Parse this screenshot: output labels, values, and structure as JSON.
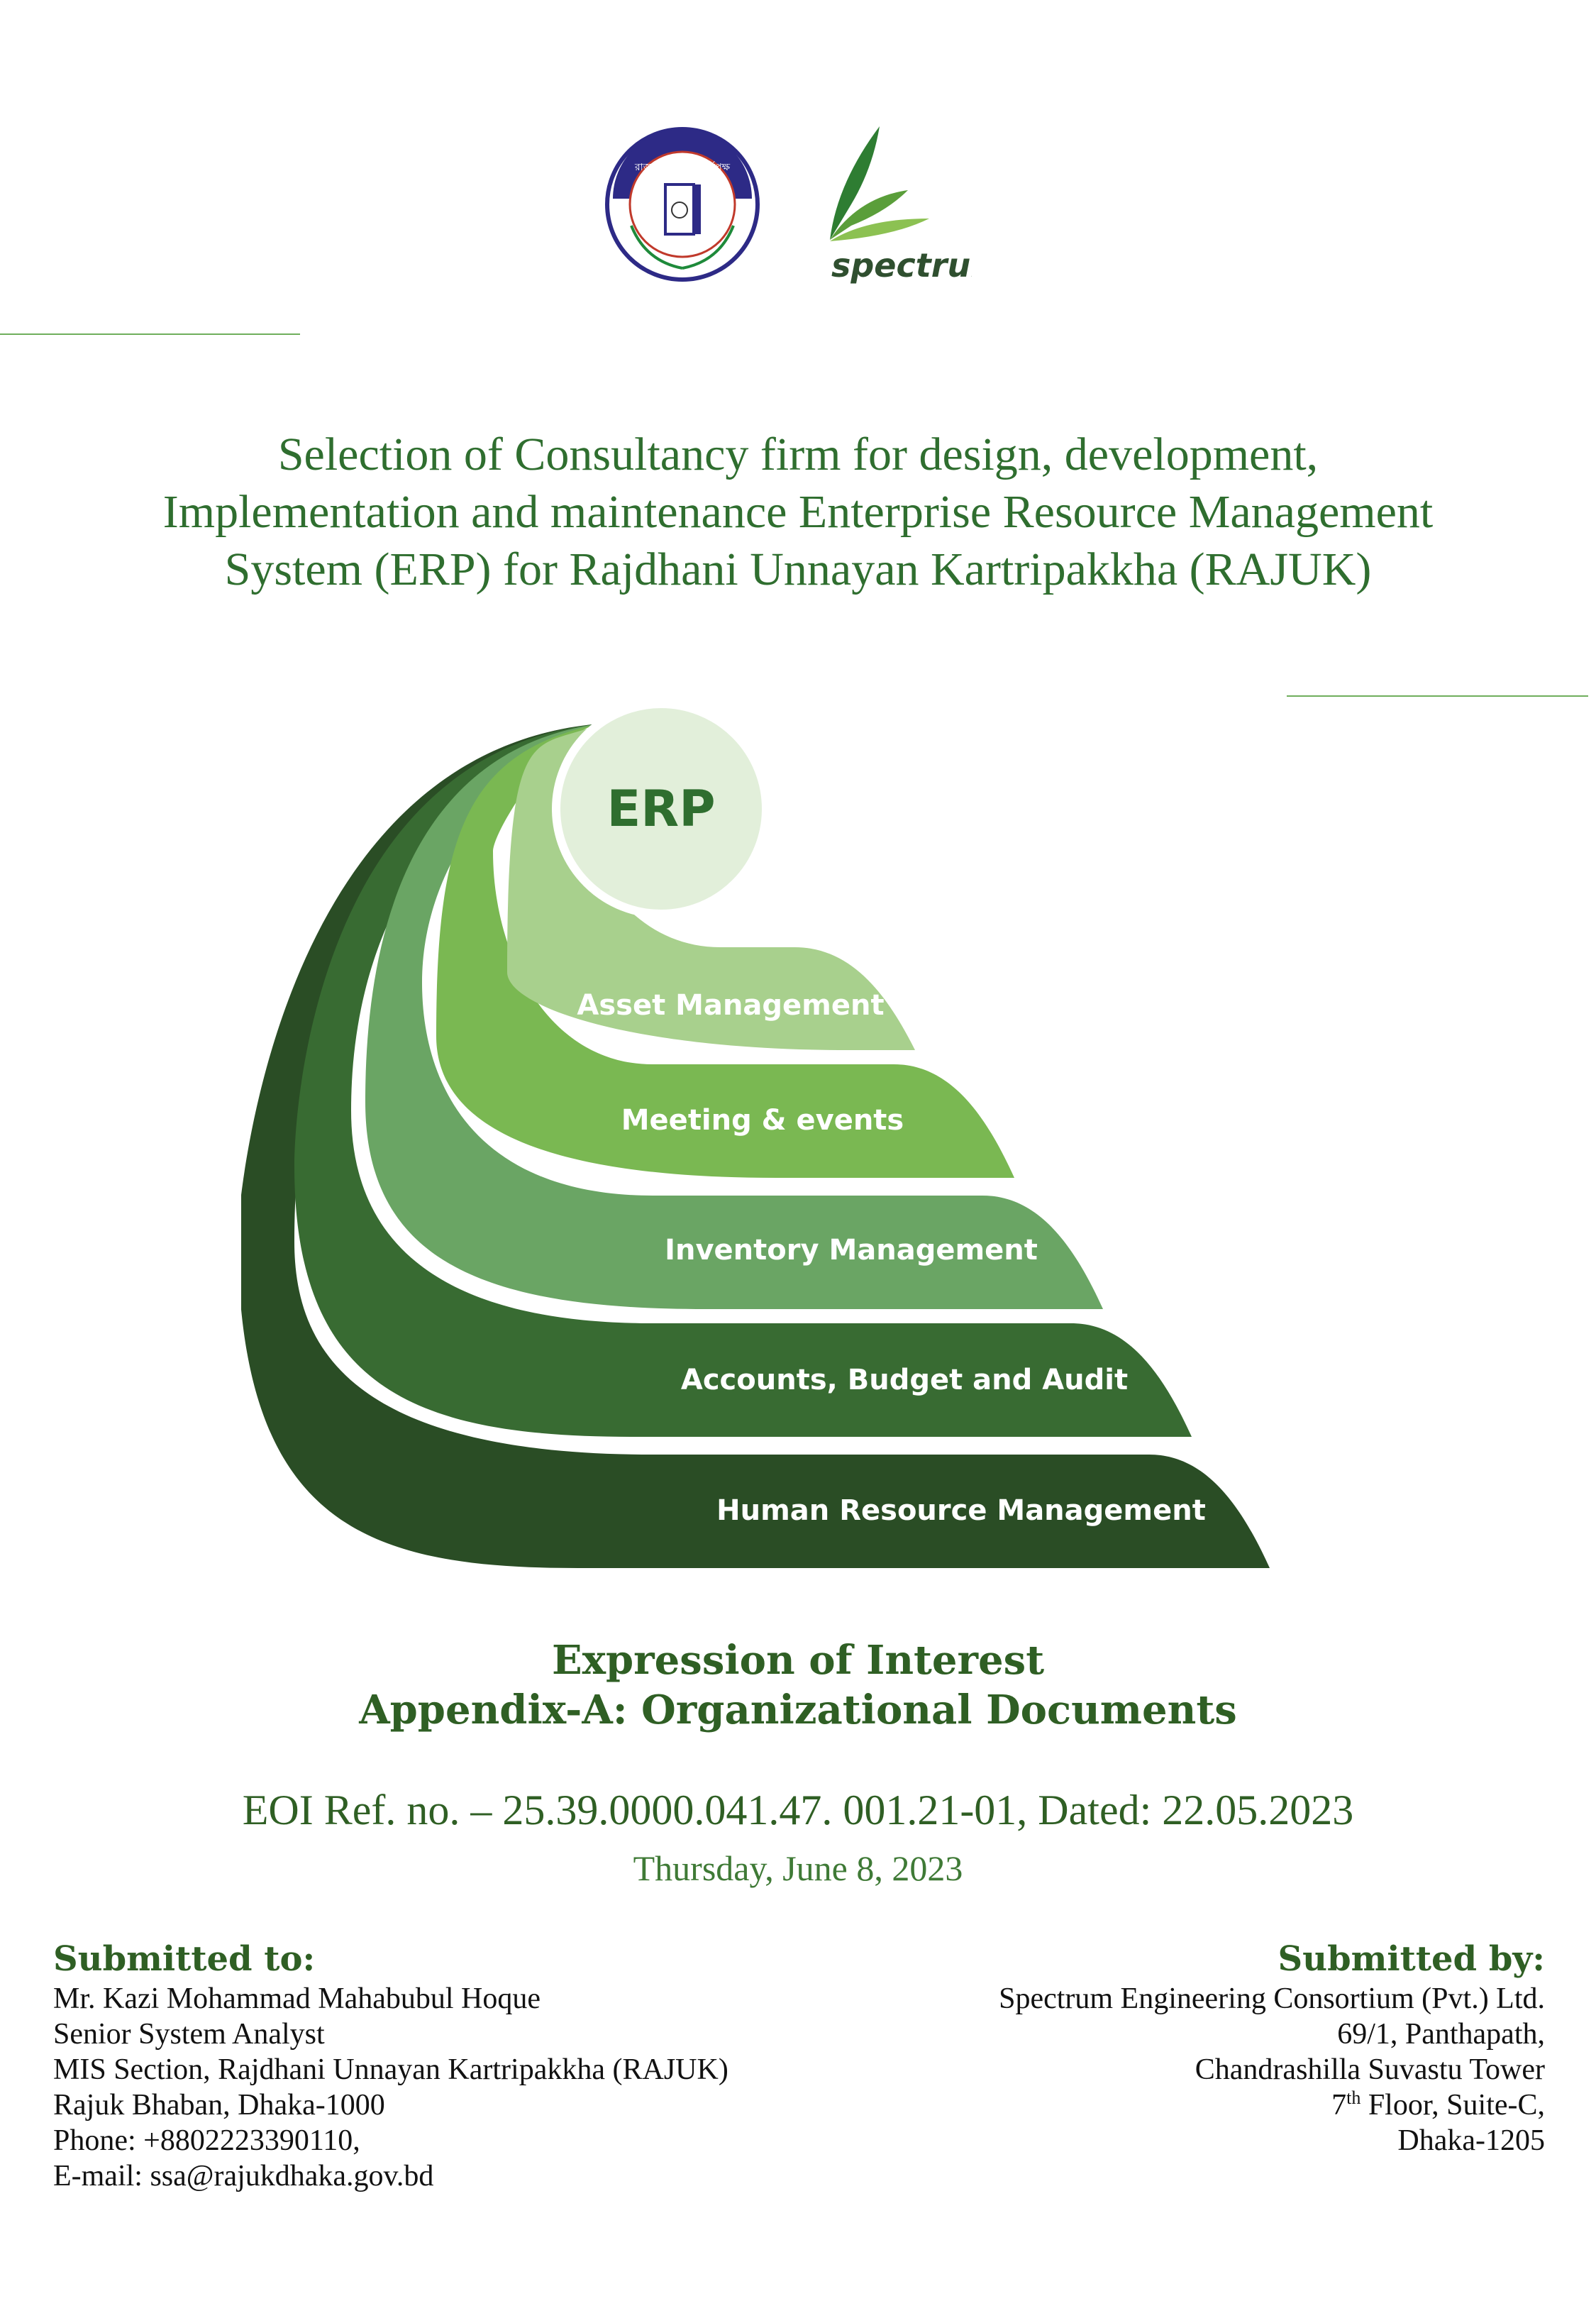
{
  "logos": {
    "rajuk_logo_text": "রাজধানী উন্নয়ন কর্তৃপক্ষ",
    "spectrum_logo_text": "spectrum"
  },
  "title": {
    "line1": "Selection of Consultancy firm for design, development,",
    "line2": "Implementation and maintenance Enterprise Resource Management",
    "line3": "System (ERP) for Rajdhani Unnayan Kartripakkha (RAJUK)"
  },
  "diagram": {
    "center_label": "ERP",
    "layers": [
      {
        "label": "Asset Management",
        "color": "#a8d08d"
      },
      {
        "label": "Meeting & events",
        "color": "#7ab852"
      },
      {
        "label": "Inventory Management",
        "color": "#6aa564"
      },
      {
        "label": "Accounts, Budget and Audit",
        "color": "#386b32"
      },
      {
        "label": "Human Resource Management",
        "color": "#2a4d25"
      }
    ],
    "center_color": "#e2efda"
  },
  "eoi": {
    "heading1": "Expression of Interest",
    "heading2": "Appendix-A: Organizational Documents",
    "ref": "EOI Ref. no. – 25.39.0000.041.47. 001.21-01, Dated: 22.05.2023",
    "date": "Thursday, June 8, 2023"
  },
  "submitted_to": {
    "heading": "Submitted to:",
    "lines": [
      "Mr. Kazi Mohammad Mahabubul Hoque",
      "Senior System Analyst",
      "MIS Section, Rajdhani Unnayan Kartripakkha (RAJUK)",
      "Rajuk Bhaban, Dhaka-1000",
      "Phone: +8802223390110,",
      "E-mail: ssa@rajukdhaka.gov.bd"
    ]
  },
  "submitted_by": {
    "heading": "Submitted by:",
    "lines": [
      "Spectrum Engineering Consortium (Pvt.) Ltd.",
      "69/1, Panthapath,",
      "Chandrashilla Suvastu Tower"
    ],
    "floor_number": "7",
    "floor_suffix": "th",
    "floor_rest": " Floor, Suite-C,",
    "city": "Dhaka-1205"
  },
  "colors": {
    "title_green": "#2f6e2f",
    "heading_green": "#2f5f24",
    "rule_green": "#6fae5c"
  }
}
